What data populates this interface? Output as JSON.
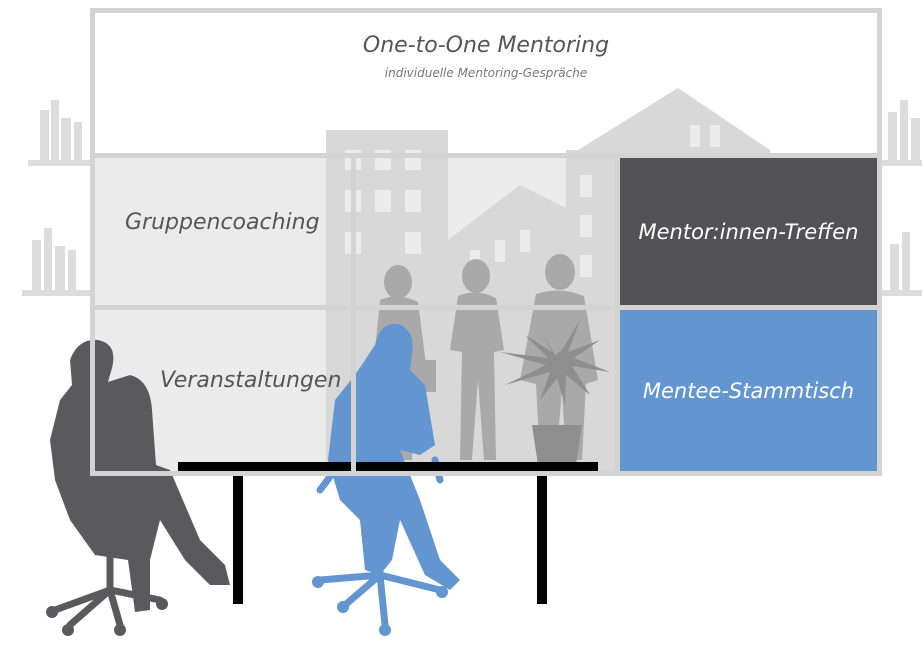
{
  "top_panel": {
    "title": "One-to-One Mentoring",
    "subtitle": "individuelle Mentoring-Gespräche"
  },
  "cells": {
    "gruppencoaching": "Gruppencoaching",
    "veranstaltungen": "Veranstaltungen",
    "mentor_treffen": "Mentor:innen-Treffen",
    "mentee_stammtisch": "Mentee-Stammtisch"
  },
  "colors": {
    "frame": "#d3d3d3",
    "panel_light": "#ebebeb",
    "dark_tile": "#525254",
    "blue_tile": "#6396d0",
    "silhouette_grey": "#5a5a5c",
    "background_people": "#a9a9a9",
    "table": "#000000"
  },
  "icons": [
    "bookshelf-icon",
    "building-icon",
    "person-silhouette-icon",
    "office-chair-icon",
    "plant-icon",
    "table-icon"
  ]
}
